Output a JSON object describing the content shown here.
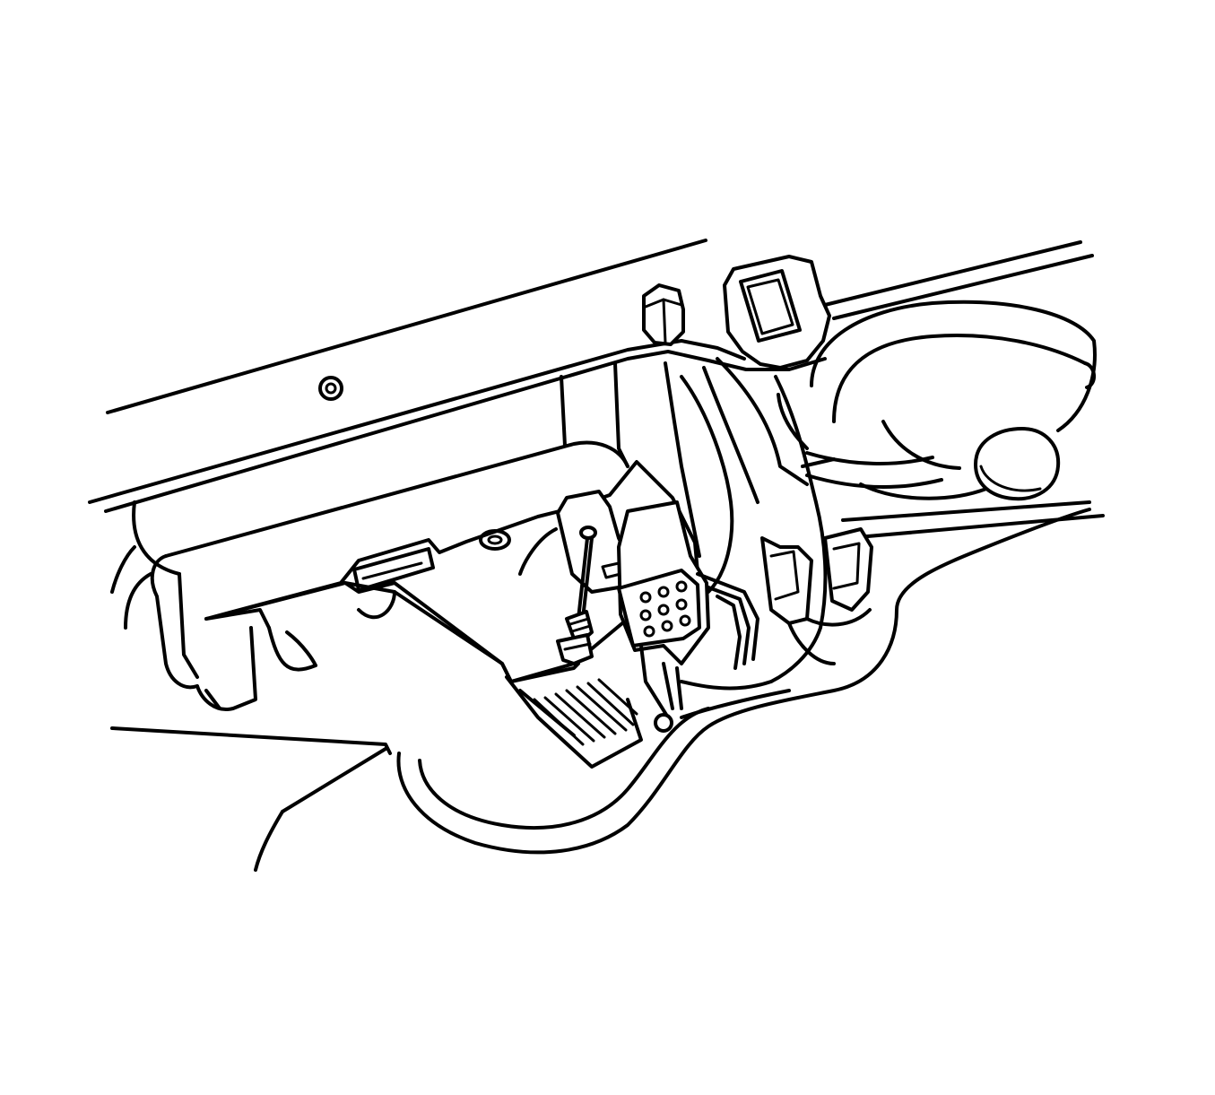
{
  "figure": {
    "background_color": "#ffffff",
    "line_color": "#000000",
    "parts": [
      "dash-panel-upper-edge",
      "round-plug",
      "hex-nut",
      "mounting-bracket",
      "heater-core-duct",
      "blower-motor-housing",
      "blower-motor-resistor",
      "resistor-screw",
      "resistor-electrical-connector",
      "wiring-harness",
      "side-harness-connectors",
      "lower-panel-edge"
    ]
  }
}
